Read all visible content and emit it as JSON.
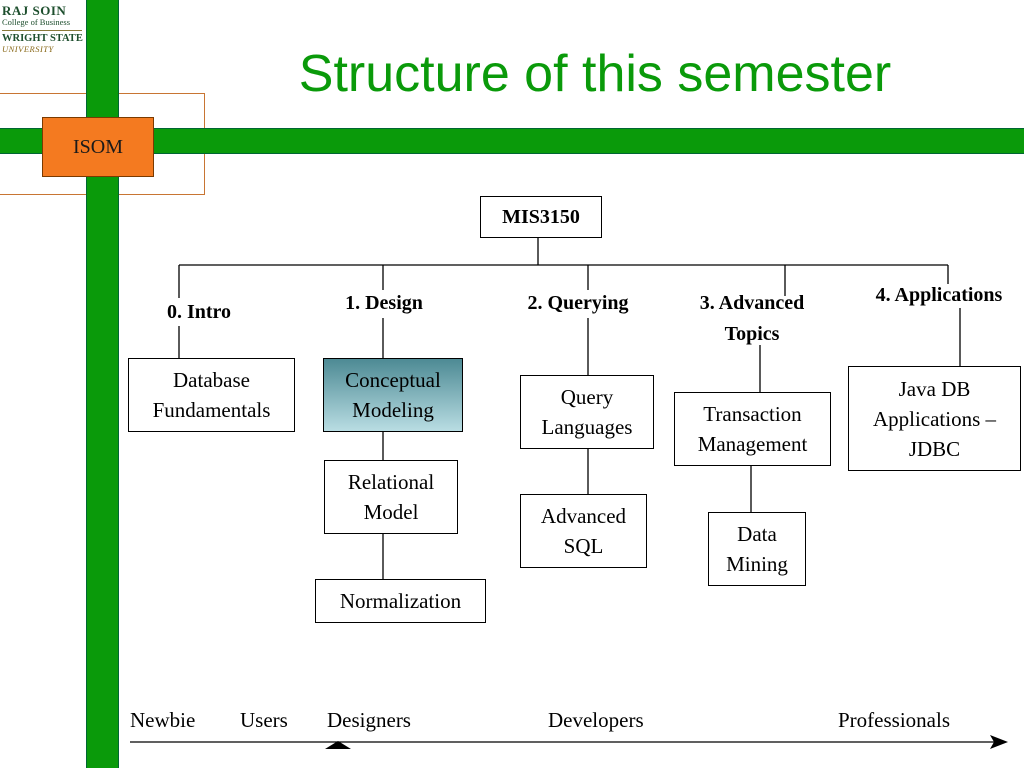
{
  "slide": {
    "title": "Structure of this semester",
    "badge": "ISOM",
    "logo": {
      "line1": "RAJ SOIN",
      "line2": "College of Business",
      "line3": "WRIGHT STATE",
      "line4": "UNIVERSITY"
    }
  },
  "colors": {
    "accent_green": "#0a9a0a",
    "badge_orange": "#f47a20",
    "highlight_box": "#6aa3ad"
  },
  "diagram": {
    "root": "MIS3150",
    "branches": [
      {
        "heading": "0. Intro",
        "topics": [
          "Database Fundamentals"
        ]
      },
      {
        "heading": "1. Design",
        "topics": [
          "Conceptual Modeling",
          "Relational Model",
          "Normalization"
        ]
      },
      {
        "heading": "2. Querying",
        "topics": [
          "Query Languages",
          "Advanced SQL"
        ]
      },
      {
        "heading": "3. Advanced Topics",
        "topics": [
          "Transaction Management",
          "Data Mining"
        ]
      },
      {
        "heading": "4. Applications",
        "topics": [
          "Java DB Applications – JDBC"
        ]
      }
    ],
    "highlighted_topic": "Conceptual Modeling"
  },
  "scale": {
    "labels": [
      "Newbie",
      "Users",
      "Designers",
      "Developers",
      "Professionals"
    ],
    "current_marker": "Designers"
  }
}
